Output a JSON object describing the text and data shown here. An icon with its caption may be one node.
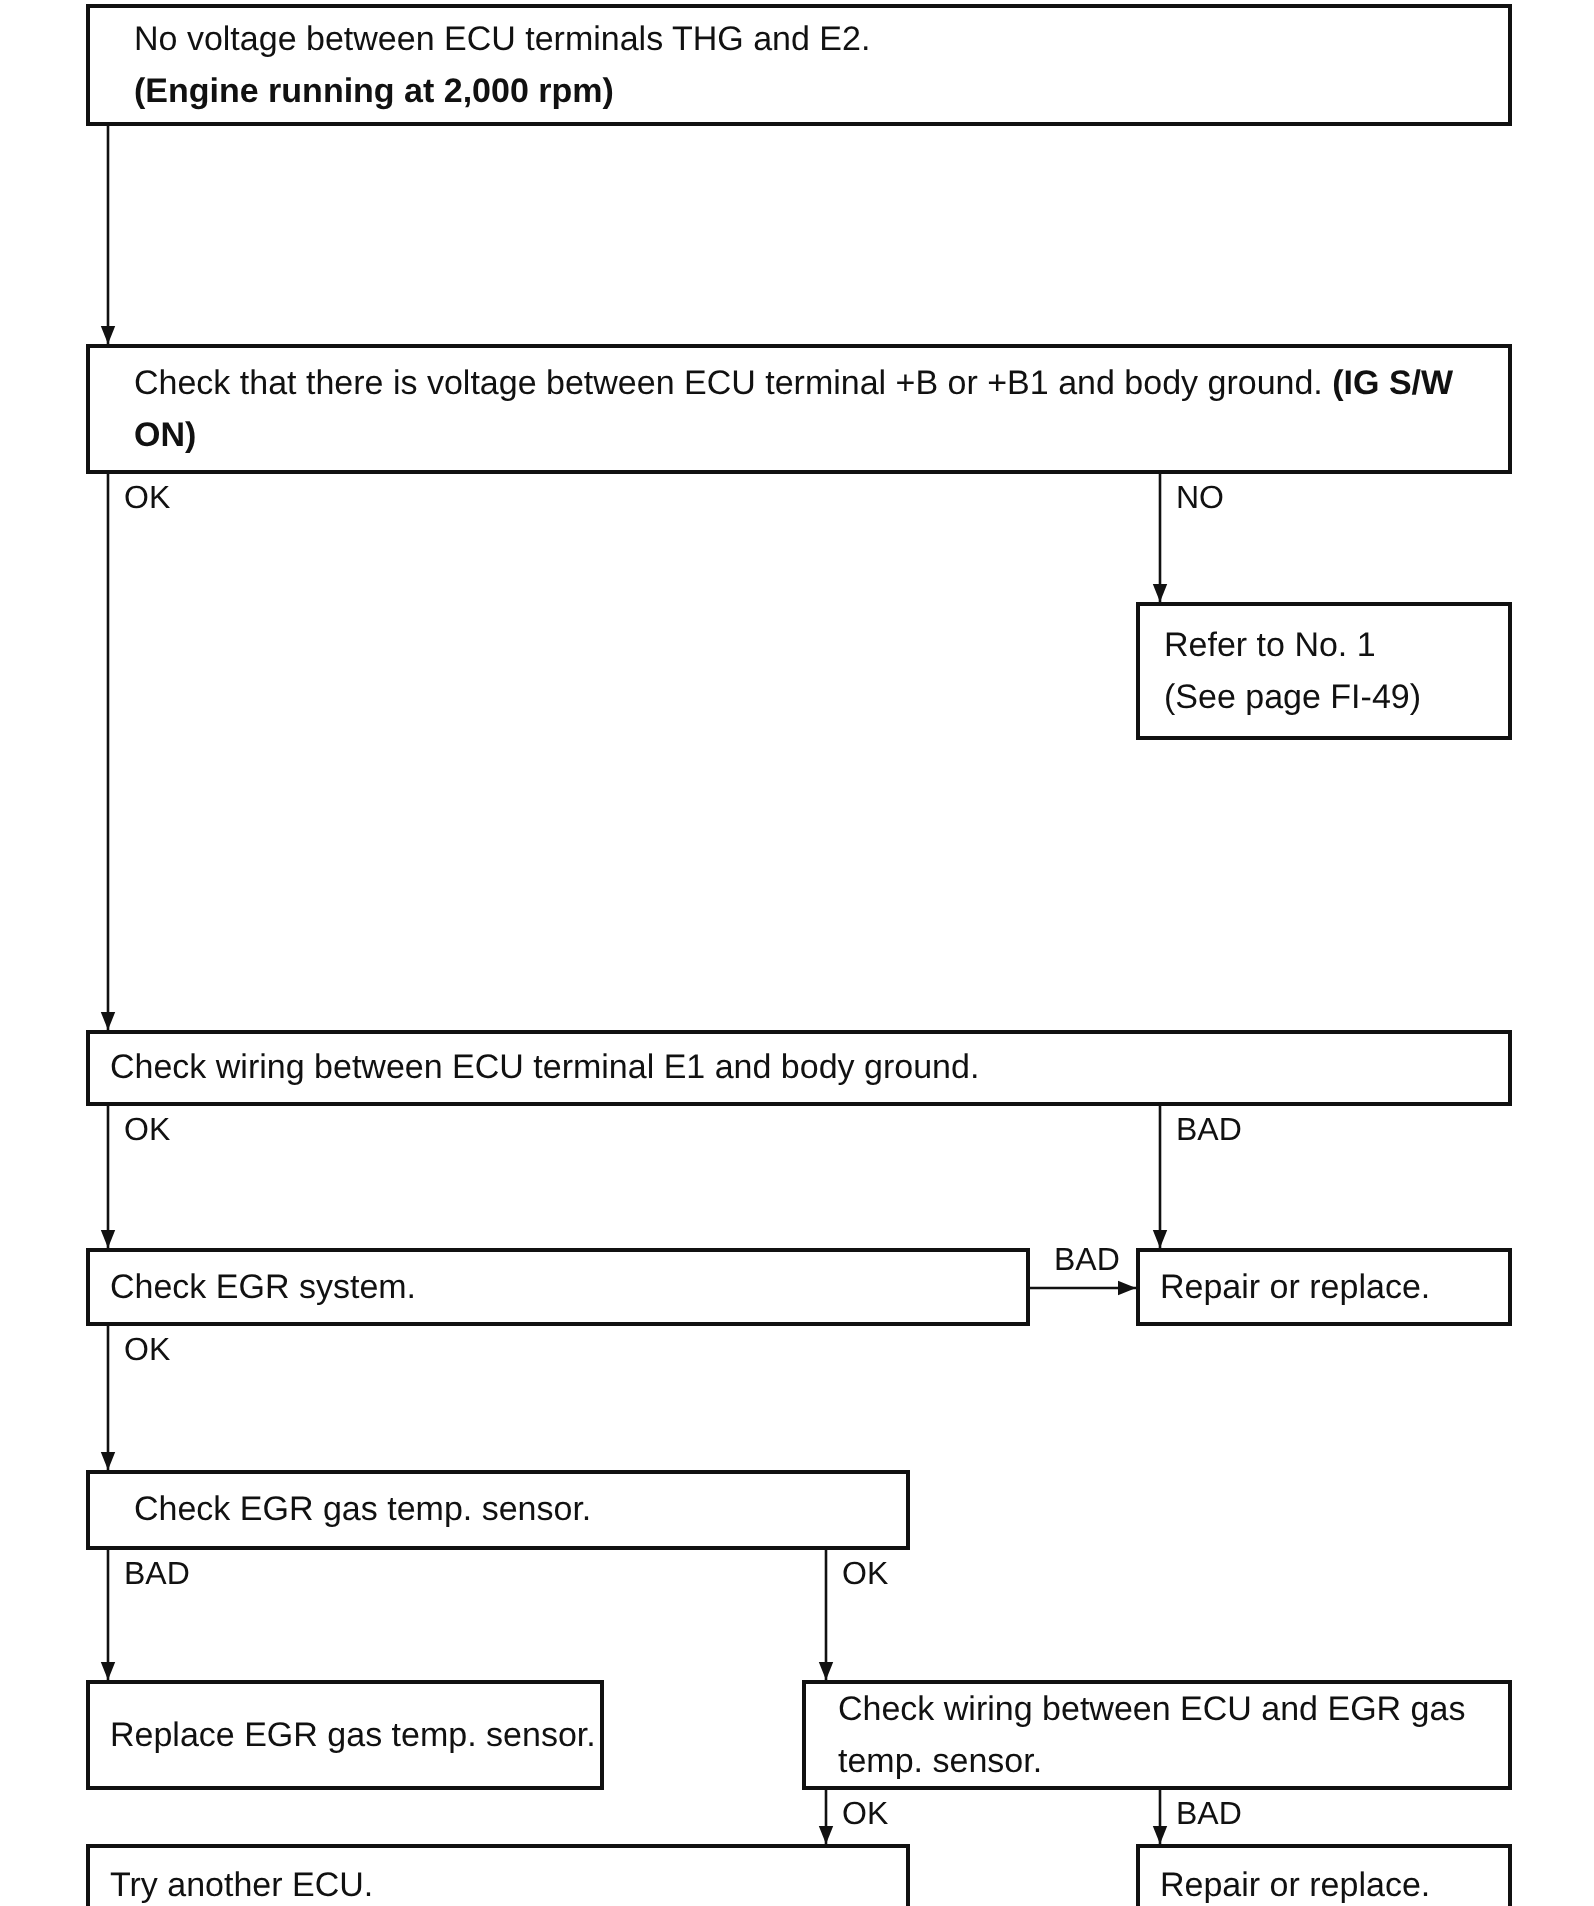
{
  "diagram": {
    "nodes": [
      {
        "text": [
          "No voltage between ECU terminals THG and E2.",
          "(Engine running at 2,000 rpm)"
        ]
      },
      {
        "text": [
          "Check that there is voltage between ECU terminal +B or +B1 and body ground. **(IG S/W ON)**"
        ]
      },
      {
        "text": [
          "Refer to No. 1",
          "(See page FI-49)"
        ]
      },
      {
        "text": [
          "Check wiring between ECU terminal E1 and body ground."
        ]
      },
      {
        "text": [
          "Check EGR system."
        ]
      },
      {
        "text": [
          "Repair or replace."
        ]
      },
      {
        "text": [
          "Check EGR gas temp. sensor."
        ]
      },
      {
        "text": [
          "Replace EGR gas temp. sensor."
        ]
      },
      {
        "text": [
          "Check wiring between ECU and EGR gas temp. sensor."
        ]
      },
      {
        "text": [
          "Try another ECU."
        ]
      },
      {
        "text": [
          "Repair or replace."
        ]
      }
    ],
    "edges": [
      {
        "from": 0,
        "to": 1,
        "arrow": "to"
      },
      {
        "from": 1,
        "to": 3,
        "arrow": "to",
        "label": "OK"
      },
      {
        "from": 1,
        "to": 2,
        "arrow": "to",
        "label": "NO"
      },
      {
        "from": 3,
        "to": 4,
        "arrow": "to",
        "label": "OK"
      },
      {
        "from": 3,
        "to": 5,
        "arrow": "to",
        "label": "BAD"
      },
      {
        "from": 4,
        "to": 5,
        "arrow": "to",
        "label": "BAD"
      },
      {
        "from": 4,
        "to": 6,
        "arrow": "to",
        "label": "OK"
      },
      {
        "from": 6,
        "to": 7,
        "arrow": "to",
        "label": "BAD"
      },
      {
        "from": 6,
        "to": 8,
        "arrow": "to",
        "label": "OK"
      },
      {
        "from": 8,
        "to": 9,
        "arrow": "to",
        "label": "OK"
      },
      {
        "from": 8,
        "to": 10,
        "arrow": "to",
        "label": "BAD"
      }
    ]
  }
}
